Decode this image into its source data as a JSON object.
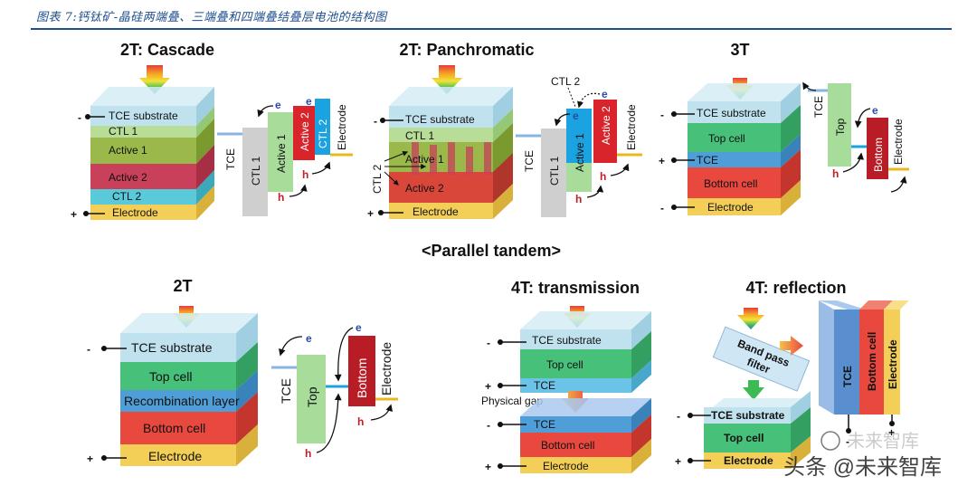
{
  "caption": "图表 7:钙钛矿-晶硅两端叠、三端叠和四端叠结叠层电池的结构图",
  "parallel_tandem": "<Parallel tandem>",
  "watermark": "头条 @未来智库",
  "watermark_logo": "未来智库",
  "diagrams": {
    "cascade": {
      "title": "2T: Cascade",
      "layers": [
        "TCE substrate",
        "CTL 1",
        "Active 1",
        "Active 2",
        "CTL 2",
        "Electrode"
      ],
      "band": [
        "TCE",
        "CTL 1",
        "Active 1",
        "Active 2",
        "CTL 2",
        "Electrode"
      ],
      "minus": "-",
      "plus": "+",
      "e": "e",
      "h": "h"
    },
    "panchromatic": {
      "title": "2T: Panchromatic",
      "layers": [
        "TCE substrate",
        "CTL 1",
        "Active 1",
        "Active 2",
        "Electrode"
      ],
      "ctl2": "CTL 2",
      "band": [
        "TCE",
        "CTL 1",
        "Active 1",
        "Active 2",
        "Electrode"
      ],
      "band_ctl2": "CTL 2",
      "minus": "-",
      "plus": "+",
      "e": "e",
      "h": "h"
    },
    "three_t": {
      "title": "3T",
      "layers": [
        "TCE substrate",
        "Top cell",
        "TCE",
        "Bottom cell",
        "Electrode"
      ],
      "band": [
        "TCE",
        "Top",
        "Bottom",
        "Electrode"
      ],
      "minus": "-",
      "plus": "+",
      "minus2": "-",
      "e": "e",
      "h": "h"
    },
    "parallel_2t": {
      "title": "2T",
      "layers": [
        "TCE substrate",
        "Top cell",
        "Recombination layer",
        "Bottom cell",
        "Electrode"
      ],
      "band": [
        "TCE",
        "Top",
        "Bottom",
        "Electrode"
      ],
      "minus": "-",
      "plus": "+",
      "e": "e",
      "h": "h",
      "e2": "e",
      "h2": "h"
    },
    "transmission": {
      "title": "4T: transmission",
      "upper": [
        "TCE substrate",
        "Top cell",
        "TCE"
      ],
      "gap": "Physical gap",
      "lower": [
        "TCE",
        "Bottom cell",
        "Electrode"
      ],
      "minus": "-",
      "plus": "+",
      "minus2": "-",
      "plus2": "+"
    },
    "reflection": {
      "title": "4T: reflection",
      "filter": [
        "Band pass",
        "filter"
      ],
      "cell": [
        "TCE substrate",
        "Top cell",
        "Electrode"
      ],
      "vertical": [
        "TCE",
        "Bottom cell",
        "Electrode"
      ],
      "minus": "-",
      "plus": "+",
      "minus2": "-",
      "plus2": "+"
    }
  },
  "colors": {
    "tce": "#a9d9e8",
    "ctl": "#a8d98a",
    "active1": "#8fb23a",
    "active2": "#c9405a",
    "ctl2": "#54c8d8",
    "electrode": "#f4cf58",
    "top": "#47c07a",
    "recomb": "#4f9ed8",
    "bottom": "#e8483e",
    "band_grey": "#c8c8c8",
    "band_green": "#8fd08f",
    "band_red": "#d8242a",
    "band_blue": "#1aa3e0",
    "title_blue": "#1f4e8c"
  }
}
